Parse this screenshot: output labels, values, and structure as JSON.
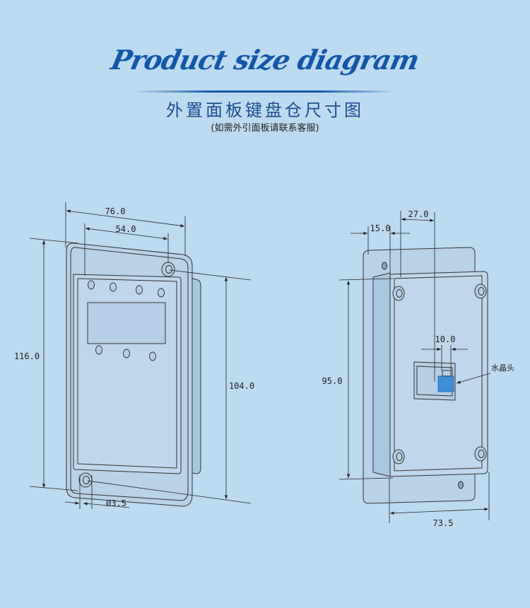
{
  "header": {
    "script_title": "Product size diagram",
    "title": "外置面板键盘仓尺寸图",
    "subtitle": "(如需外引面板请联系客服)"
  },
  "front_view": {
    "dim_overall_width": "76.0",
    "dim_hole_spacing": "54.0",
    "dim_overall_height": "116.0",
    "dim_body_height": "104.0",
    "dim_hole_diameter": "Ø3.5"
  },
  "back_view": {
    "dim_left_offset": "15.0",
    "dim_jack_offset": "27.0",
    "dim_jack_width": "10.0",
    "dim_body_height": "95.0",
    "dim_body_width": "73.5",
    "callout_crystal_head": "水晶头"
  },
  "colors": {
    "background": "#bcdaf0",
    "accent": "#1457a8",
    "line": "#222222",
    "panel": "#b9d3e8",
    "jack": "#3f8fd8"
  }
}
